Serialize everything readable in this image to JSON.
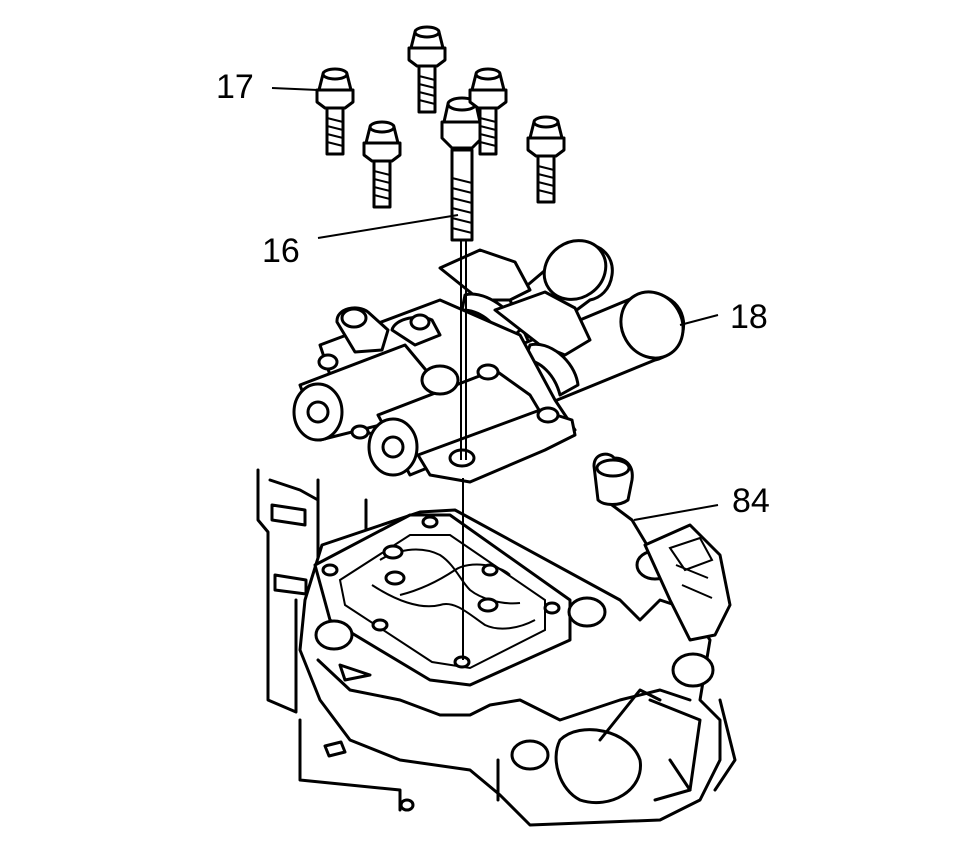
{
  "figure": {
    "callouts": [
      {
        "id": "17",
        "text": "17"
      },
      {
        "id": "16",
        "text": "16"
      },
      {
        "id": "18",
        "text": "18"
      },
      {
        "id": "84",
        "text": "84"
      }
    ]
  }
}
